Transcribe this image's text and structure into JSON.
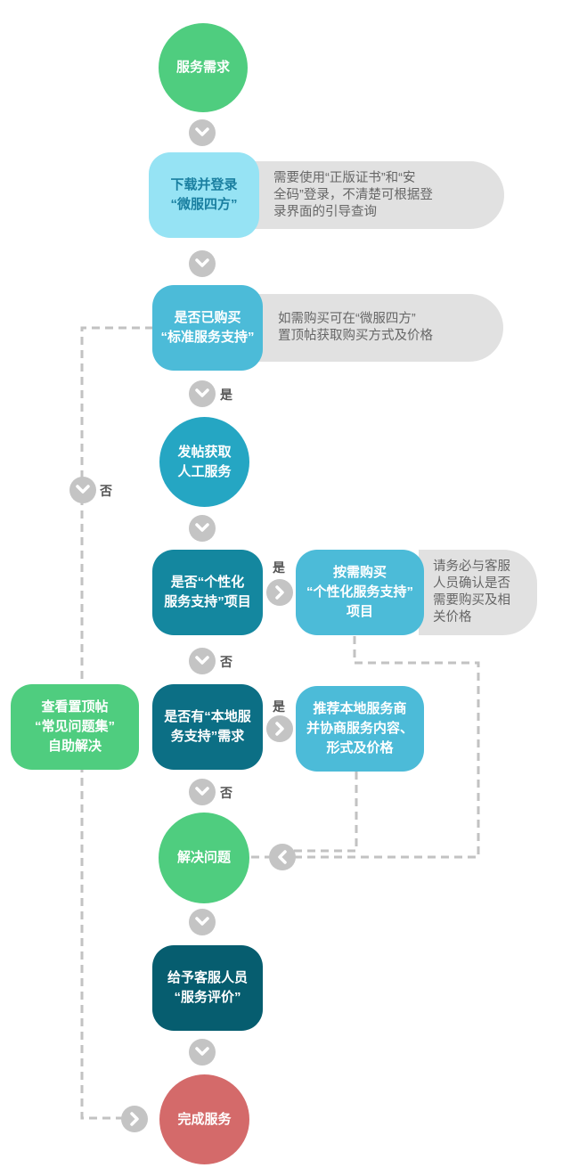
{
  "nodes": {
    "service_demand": "服务需求",
    "download_login": "下载并登录\n“微服四方”",
    "purchased_standard": "是否已购买\n“标准服务支持”",
    "post_manual": "发帖获取\n人工服务",
    "personalized": "是否“个性化\n服务支持”项目",
    "buy_personalized": "按需购买\n“个性化服务支持”\n项目",
    "local_service": "是否有“本地服\n务支持”需求",
    "recommend_local": "推荐本地服务商\n并协商服务内容、\n形式及价格",
    "faq_self": "查看置顶帖\n“常见问题集”\n自助解决",
    "solve_problem": "解决问题",
    "rate_service": "给予客服人员\n“服务评价”",
    "complete_service": "完成服务"
  },
  "notes": {
    "download_note": "需要使用“正版证书”和“安\n全码”登录，不清楚可根据登\n录界面的引导查询",
    "purchase_note": "如需购买可在“微服四方”\n置顶帖获取购买方式及价格",
    "personalized_note": "请务必与客服\n人员确认是否\n需要购买及相\n关价格"
  },
  "labels": {
    "yes": "是",
    "no": "否"
  },
  "colors": {
    "green": "#4fcd7f",
    "light_cyan": "#96e3f4",
    "cyan": "#4cbbd8",
    "teal": "#25a6c3",
    "dark_teal": "#14879f",
    "deep_teal": "#0c6f85",
    "darkest_teal": "#065d6f",
    "red": "#d46a6a",
    "gray_arrow": "#c4c4c4",
    "note_bg": "#e1e1e1",
    "dashed_line": "#c2c2c2"
  }
}
